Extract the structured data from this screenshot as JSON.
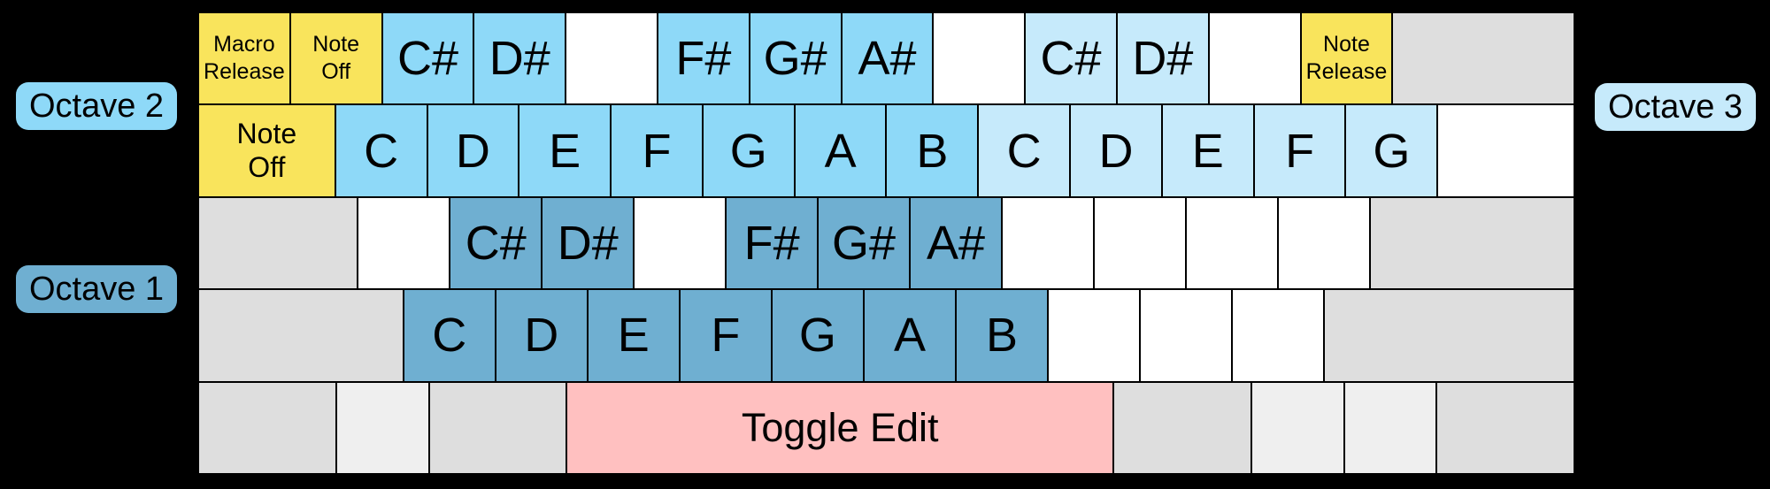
{
  "labels": {
    "octave1": "Octave 1",
    "octave2": "Octave 2",
    "octave3": "Octave 3"
  },
  "colors": {
    "yellow": "#F9E45C",
    "octave2_blue": "#8ED9F8",
    "octave3_blue": "#C6EAFB",
    "octave1_blue": "#6FAFD1",
    "pink": "#FFC0C0",
    "gray": "#DEDEDE",
    "gray_light": "#EFEFEF",
    "white": "#FFFFFF",
    "background": "#000000"
  },
  "keyboard": {
    "rows": [
      {
        "keys": [
          {
            "name": "macro-release-key",
            "label": "Macro\nRelease",
            "color": "yellow",
            "units": 1,
            "text": "small"
          },
          {
            "name": "note-off-key",
            "label": "Note\nOff",
            "color": "yellow",
            "units": 1,
            "text": "small"
          },
          {
            "name": "note-c-sharp-key",
            "label": "C#",
            "color": "octave2_blue",
            "units": 1,
            "text": "note"
          },
          {
            "name": "note-d-sharp-key",
            "label": "D#",
            "color": "octave2_blue",
            "units": 1,
            "text": "note"
          },
          {
            "name": "blank-key",
            "label": "",
            "color": "white",
            "units": 1
          },
          {
            "name": "note-f-sharp-key",
            "label": "F#",
            "color": "octave2_blue",
            "units": 1,
            "text": "note"
          },
          {
            "name": "note-g-sharp-key",
            "label": "G#",
            "color": "octave2_blue",
            "units": 1,
            "text": "note"
          },
          {
            "name": "note-a-sharp-key",
            "label": "A#",
            "color": "octave2_blue",
            "units": 1,
            "text": "note"
          },
          {
            "name": "blank-key",
            "label": "",
            "color": "white",
            "units": 1
          },
          {
            "name": "note-c-sharp-key",
            "label": "C#",
            "color": "octave3_blue",
            "units": 1,
            "text": "note"
          },
          {
            "name": "note-d-sharp-key",
            "label": "D#",
            "color": "octave3_blue",
            "units": 1,
            "text": "note"
          },
          {
            "name": "blank-key",
            "label": "",
            "color": "white",
            "units": 1
          },
          {
            "name": "note-release-key",
            "label": "Note\nRelease",
            "color": "yellow",
            "units": 1,
            "text": "small"
          },
          {
            "name": "modifier-key",
            "label": "",
            "color": "gray",
            "units": 2
          }
        ]
      },
      {
        "keys": [
          {
            "name": "note-off-key",
            "label": "Note\nOff",
            "color": "yellow",
            "units": 1.5,
            "text": "medium"
          },
          {
            "name": "note-c-key",
            "label": "C",
            "color": "octave2_blue",
            "units": 1,
            "text": "note"
          },
          {
            "name": "note-d-key",
            "label": "D",
            "color": "octave2_blue",
            "units": 1,
            "text": "note"
          },
          {
            "name": "note-e-key",
            "label": "E",
            "color": "octave2_blue",
            "units": 1,
            "text": "note"
          },
          {
            "name": "note-f-key",
            "label": "F",
            "color": "octave2_blue",
            "units": 1,
            "text": "note"
          },
          {
            "name": "note-g-key",
            "label": "G",
            "color": "octave2_blue",
            "units": 1,
            "text": "note"
          },
          {
            "name": "note-a-key",
            "label": "A",
            "color": "octave2_blue",
            "units": 1,
            "text": "note"
          },
          {
            "name": "note-b-key",
            "label": "B",
            "color": "octave2_blue",
            "units": 1,
            "text": "note"
          },
          {
            "name": "note-c-key",
            "label": "C",
            "color": "octave3_blue",
            "units": 1,
            "text": "note"
          },
          {
            "name": "note-d-key",
            "label": "D",
            "color": "octave3_blue",
            "units": 1,
            "text": "note"
          },
          {
            "name": "note-e-key",
            "label": "E",
            "color": "octave3_blue",
            "units": 1,
            "text": "note"
          },
          {
            "name": "note-f-key",
            "label": "F",
            "color": "octave3_blue",
            "units": 1,
            "text": "note"
          },
          {
            "name": "note-g-key",
            "label": "G",
            "color": "octave3_blue",
            "units": 1,
            "text": "note"
          },
          {
            "name": "blank-key",
            "label": "",
            "color": "white",
            "units": 1.5
          }
        ]
      },
      {
        "keys": [
          {
            "name": "modifier-key",
            "label": "",
            "color": "gray",
            "units": 1.75
          },
          {
            "name": "blank-key",
            "label": "",
            "color": "white",
            "units": 1
          },
          {
            "name": "note-c-sharp-key",
            "label": "C#",
            "color": "octave1_blue",
            "units": 1,
            "text": "note"
          },
          {
            "name": "note-d-sharp-key",
            "label": "D#",
            "color": "octave1_blue",
            "units": 1,
            "text": "note"
          },
          {
            "name": "blank-key",
            "label": "",
            "color": "white",
            "units": 1
          },
          {
            "name": "note-f-sharp-key",
            "label": "F#",
            "color": "octave1_blue",
            "units": 1,
            "text": "note"
          },
          {
            "name": "note-g-sharp-key",
            "label": "G#",
            "color": "octave1_blue",
            "units": 1,
            "text": "note"
          },
          {
            "name": "note-a-sharp-key",
            "label": "A#",
            "color": "octave1_blue",
            "units": 1,
            "text": "note"
          },
          {
            "name": "blank-key",
            "label": "",
            "color": "white",
            "units": 1
          },
          {
            "name": "blank-key",
            "label": "",
            "color": "white",
            "units": 1
          },
          {
            "name": "blank-key",
            "label": "",
            "color": "white",
            "units": 1
          },
          {
            "name": "blank-key",
            "label": "",
            "color": "white",
            "units": 1
          },
          {
            "name": "modifier-key",
            "label": "",
            "color": "gray",
            "units": 2.25
          }
        ]
      },
      {
        "keys": [
          {
            "name": "modifier-key",
            "label": "",
            "color": "gray",
            "units": 2.25
          },
          {
            "name": "note-c-key",
            "label": "C",
            "color": "octave1_blue",
            "units": 1,
            "text": "note"
          },
          {
            "name": "note-d-key",
            "label": "D",
            "color": "octave1_blue",
            "units": 1,
            "text": "note"
          },
          {
            "name": "note-e-key",
            "label": "E",
            "color": "octave1_blue",
            "units": 1,
            "text": "note"
          },
          {
            "name": "note-f-key",
            "label": "F",
            "color": "octave1_blue",
            "units": 1,
            "text": "note"
          },
          {
            "name": "note-g-key",
            "label": "G",
            "color": "octave1_blue",
            "units": 1,
            "text": "note"
          },
          {
            "name": "note-a-key",
            "label": "A",
            "color": "octave1_blue",
            "units": 1,
            "text": "note"
          },
          {
            "name": "note-b-key",
            "label": "B",
            "color": "octave1_blue",
            "units": 1,
            "text": "note"
          },
          {
            "name": "blank-key",
            "label": "",
            "color": "white",
            "units": 1
          },
          {
            "name": "blank-key",
            "label": "",
            "color": "white",
            "units": 1
          },
          {
            "name": "blank-key",
            "label": "",
            "color": "white",
            "units": 1
          },
          {
            "name": "modifier-key",
            "label": "",
            "color": "gray",
            "units": 2.75
          }
        ]
      },
      {
        "keys": [
          {
            "name": "modifier-key",
            "label": "",
            "color": "gray",
            "units": 1.5
          },
          {
            "name": "modifier-key",
            "label": "",
            "color": "gray_light",
            "units": 1
          },
          {
            "name": "modifier-key",
            "label": "",
            "color": "gray",
            "units": 1.5
          },
          {
            "name": "toggle-edit-key",
            "label": "Toggle Edit",
            "color": "pink",
            "units": 6,
            "text": "edit"
          },
          {
            "name": "modifier-key",
            "label": "",
            "color": "gray",
            "units": 1.5
          },
          {
            "name": "modifier-key",
            "label": "",
            "color": "gray_light",
            "units": 1
          },
          {
            "name": "modifier-key",
            "label": "",
            "color": "gray_light",
            "units": 1
          },
          {
            "name": "modifier-key",
            "label": "",
            "color": "gray",
            "units": 1.5
          }
        ]
      }
    ]
  }
}
